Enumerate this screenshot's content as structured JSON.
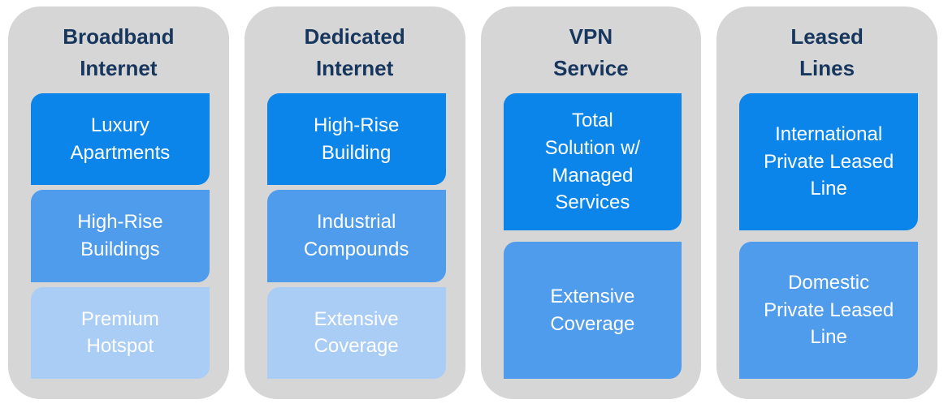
{
  "palette": {
    "tier1": "#0b85ea",
    "tier2": "#4f9ced",
    "tier3": "#aacdf6",
    "column_background": "#d6d6d6",
    "title_text": "#17365d",
    "box_text": "#ffffff"
  },
  "columns": [
    {
      "title": "Broadband\nInternet",
      "boxes": [
        {
          "label": "Luxury\nApartments"
        },
        {
          "label": "High-Rise\nBuildings"
        },
        {
          "label": "Premium\nHotspot"
        }
      ]
    },
    {
      "title": "Dedicated\nInternet",
      "boxes": [
        {
          "label": "High-Rise\nBuilding"
        },
        {
          "label": "Industrial\nCompounds"
        },
        {
          "label": "Extensive\nCoverage"
        }
      ]
    },
    {
      "title": "VPN\nService",
      "boxes": [
        {
          "label": "Total\nSolution w/\nManaged\nServices"
        },
        {
          "label": "Extensive\nCoverage"
        }
      ]
    },
    {
      "title": "Leased\nLines",
      "boxes": [
        {
          "label": "International\nPrivate Leased\nLine"
        },
        {
          "label": "Domestic\nPrivate Leased\nLine"
        }
      ]
    }
  ]
}
